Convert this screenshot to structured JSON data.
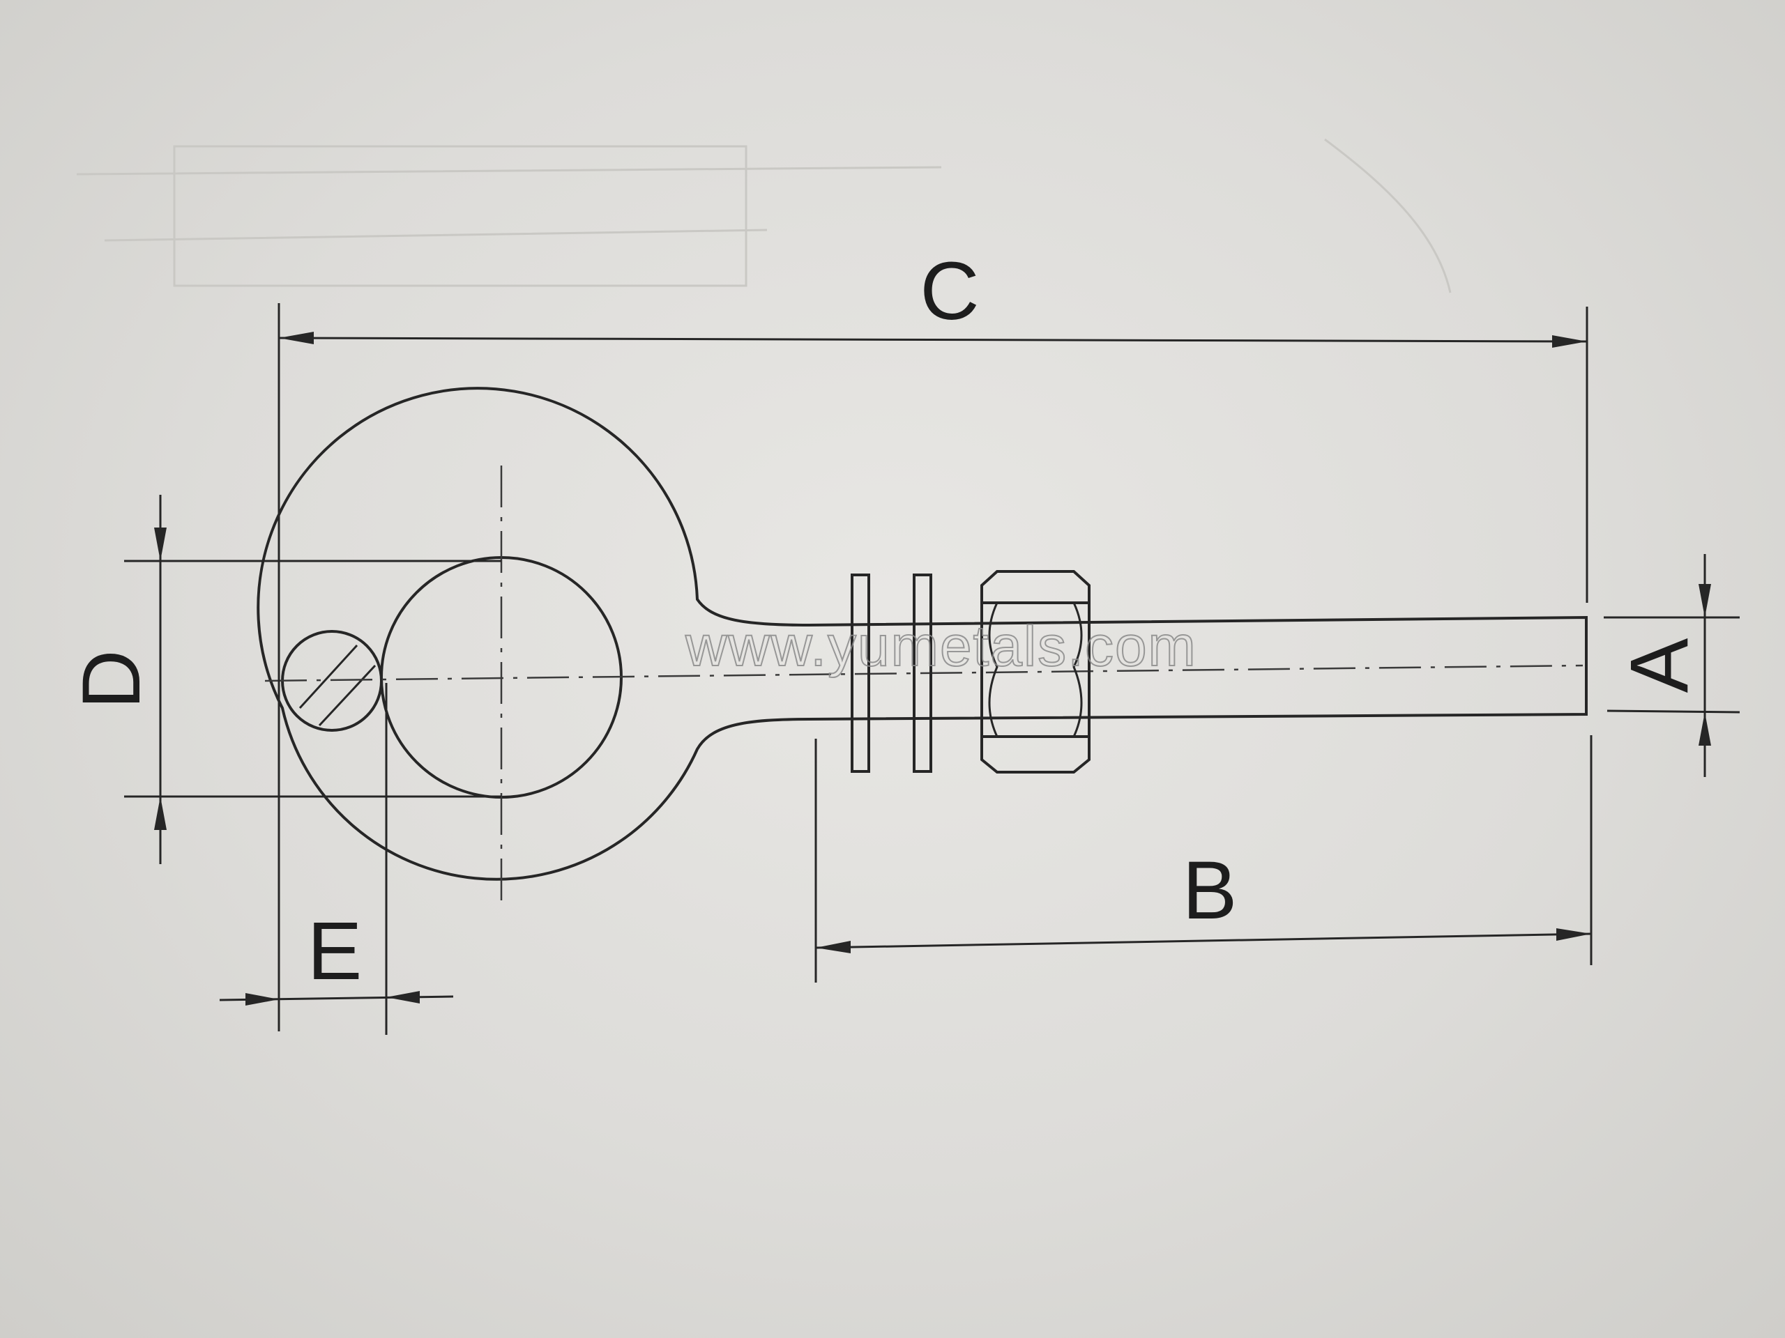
{
  "diagram": {
    "labels": {
      "a": "A",
      "b": "B",
      "c": "C",
      "d": "D",
      "e": "E"
    },
    "watermark": "www.yumetals.com"
  },
  "colors": {
    "paper": "#dcdcda",
    "ink": "#262626",
    "watermark": "#8a8a8a"
  }
}
